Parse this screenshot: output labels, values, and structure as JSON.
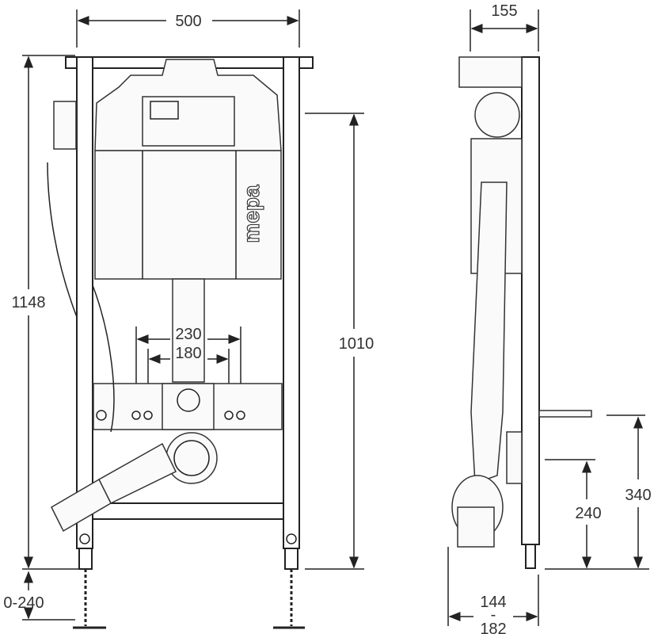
{
  "drawing": {
    "brand_logo": "mepa",
    "front_view": {
      "width_label": "500",
      "height_label": "1148",
      "frame_height_label": "1010",
      "bolt_spacing_outer_label": "230",
      "bolt_spacing_inner_label": "180",
      "foot_adjust_label": "0-240"
    },
    "side_view": {
      "depth_label": "155",
      "outlet_height_label": "340",
      "inlet_height_label": "240",
      "depth_range_top_label": "144",
      "depth_range_sep": "-",
      "depth_range_bottom_label": "182"
    }
  }
}
